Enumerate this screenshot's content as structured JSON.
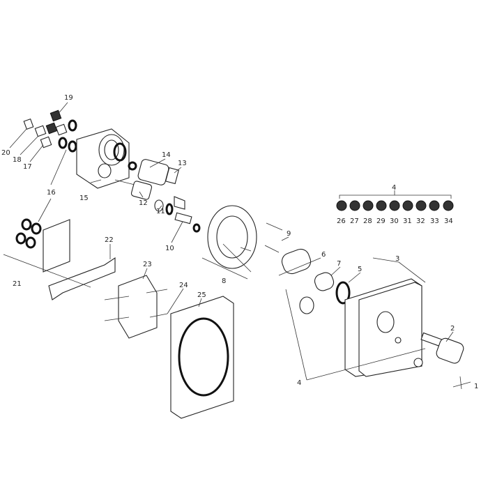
{
  "diagram": {
    "type": "exploded parts diagram",
    "part_labels": {
      "p1": "1",
      "p2": "2",
      "p3": "3",
      "p4_top": "4",
      "p4_bottom": "4",
      "p5": "5",
      "p6": "6",
      "p7": "7",
      "p8": "8",
      "p9": "9",
      "p10": "10",
      "p11": "11",
      "p12": "12",
      "p13": "13",
      "p14": "14",
      "p15": "15",
      "p16": "16",
      "p17": "17",
      "p18": "18",
      "p19": "19",
      "p20": "20",
      "p21": "21",
      "p22": "22",
      "p23": "23",
      "p24": "24",
      "p25": "25",
      "p26": "26",
      "p27": "27",
      "p28": "28",
      "p29": "29",
      "p30": "30",
      "p31": "31",
      "p32": "32",
      "p33": "33",
      "p34": "34"
    }
  }
}
